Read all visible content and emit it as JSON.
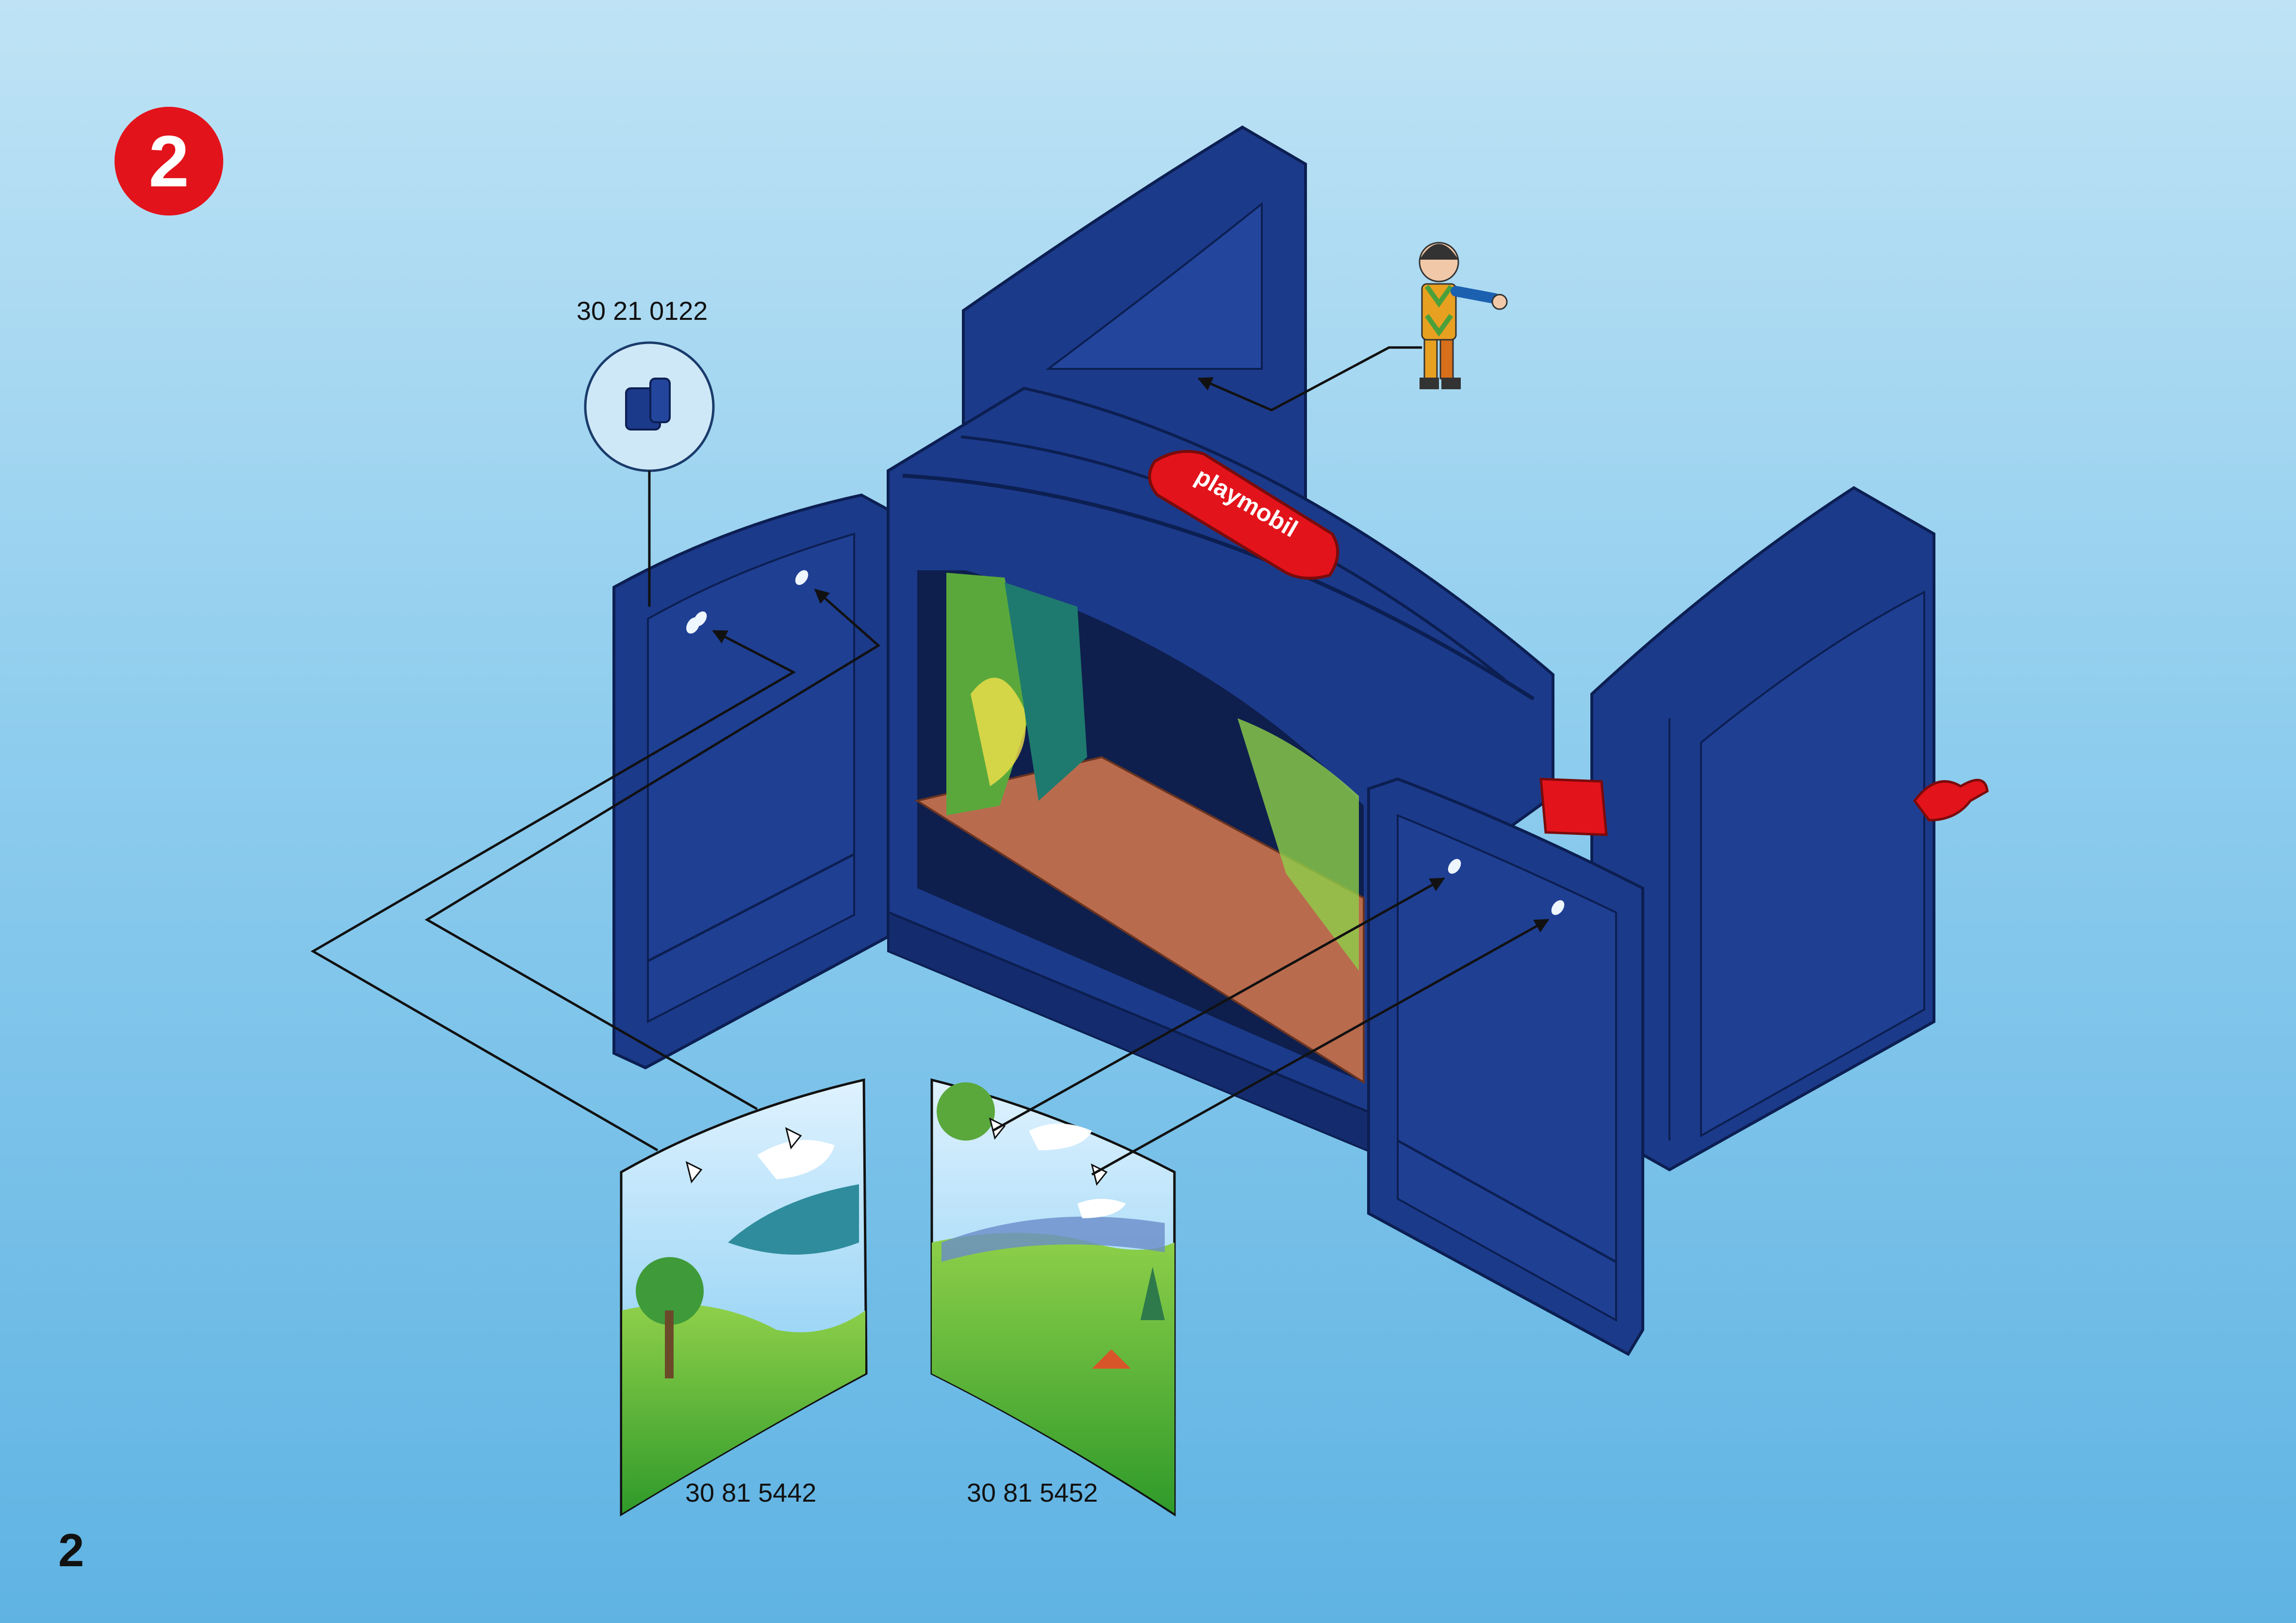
{
  "step": {
    "number": "2"
  },
  "page": {
    "number": "2"
  },
  "parts": [
    {
      "id": "connector-clip",
      "number": "30 21 0122"
    },
    {
      "id": "backdrop-left",
      "number": "30 81 5442"
    },
    {
      "id": "backdrop-right",
      "number": "30 81 5452"
    }
  ],
  "logo": {
    "text": "playmobil"
  },
  "colors": {
    "theater_blue": "#1c3a8a",
    "theater_blue_dark": "#142c6e",
    "logo_red": "#e3131b",
    "stage_floor": "#b96b4e",
    "background_top": "#bfe3f5",
    "background_bottom": "#5fb3e3"
  },
  "icons": [
    "arrow-icon",
    "figure-icon",
    "clip-icon",
    "hinge-icon",
    "latch-icon"
  ]
}
